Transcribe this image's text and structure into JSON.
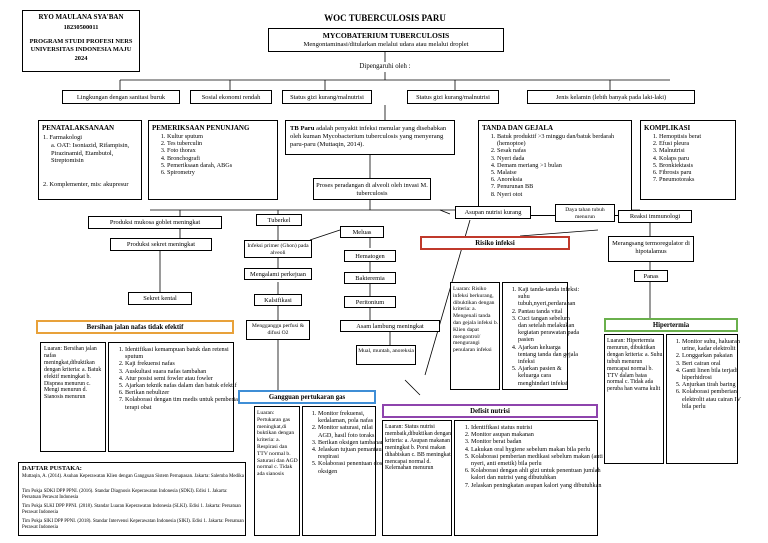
{
  "header": {
    "author_name": "RYO MAULANA SYA'BAN",
    "nim": "18230500011",
    "program": "PROGRAM STUDI PROFESI NERS",
    "university": "UNIVERSITAS INDONESIA MAJU",
    "year": "2024",
    "title": "WOC TUBERCULOSIS PARU"
  },
  "mycobacterium": {
    "title": "MYCOBATERIUM TUBERCULOSIS",
    "subtitle": "Mengontaminasi/ditularkan melalui udara atau melalui droplet"
  },
  "influenced_by": "Dipengaruhi oleh :",
  "factors": [
    "Lingkungan dengan sanitasi buruk",
    "Sosial ekonomi rendah",
    "Status gizi kurang/malnutrisi",
    "Status gizi kurang/malnutrisi",
    "Jenis kelamin (lebih banyak pada laki-laki)"
  ],
  "penatalaksanaan": {
    "title": "PENATALAKSANAAN",
    "items": [
      "Farmakologi",
      "a. OAT: Isoniazid, Rifampisin, Pirazinamid, Etambutol, Streptomisin",
      "Komplementer, mis: akupresur"
    ]
  },
  "pemeriksaan": {
    "title": "PEMERIKSAAN PENUNJANG",
    "items": [
      "Kultur sputum",
      "Tes tuberculin",
      "Foto thorax",
      "Bronchografi",
      "Pemeriksaan darah, ABGs",
      "Spirometry"
    ]
  },
  "definition": {
    "lead": "TB Paru",
    "text": "adalah penyakit infeksi menular yang disebabkan oleh kuman Mycobacterium tuberculosis yang menyerang paru-paru (Muttaqin, 2014)."
  },
  "tanda_gejala": {
    "title": "TANDA DAN GEJALA",
    "items": [
      "Batuk produktif >3 minggu dan/batuk berdarah (hemoptoe)",
      "Sesak nafas",
      "Nyeri dada",
      "Demam meriang >1 bulan",
      "Malaise",
      "Anoreksia",
      "Penurunan BB",
      "Nyeri otot"
    ]
  },
  "komplikasi": {
    "title": "KOMPLIKASI",
    "items": [
      "Hemoptisis berat",
      "Efusi pleura",
      "Malnutrisi",
      "Kolaps paru",
      "Bronkiektasis",
      "Fibrosis paru",
      "Pneumotoraks"
    ]
  },
  "flow": {
    "proses": "Proses peradangan di alveoli oleh invasi M. tuberculosis",
    "produksi_mukosa": "Produksi mukosa goblet meningkat",
    "produksi_sekret": "Produksi sekret meningkat",
    "sekret_kental": "Sekret kental",
    "tuberkel": "Tuberkel",
    "infeksi_primer": "Infeksi primer (Ghon) pada alveoli",
    "mengalami_perkejuan": "Mengalami perkejuan",
    "kalsifikasi": "Kalsifikasi",
    "mengganggu_perfusi": "Mengganggu perfusi & difusi O2",
    "meluas": "Meluas",
    "hematogen": "Hematogen",
    "bakteremia": "Bakteremia",
    "peritonium": "Peritonium",
    "asam_lambung": "Asam lambung meningkat",
    "mual_muntah": "Mual, muntah, anoreksia",
    "asupan_nutrisi": "Asupan nutrisi kurang",
    "daya_tahan": "Daya tahan tubuh menurun",
    "reaksi_imun": "Reaksi immunologi",
    "merangsang": "Merangsang termoregulator di hipotalamus",
    "panas": "Panas"
  },
  "diagnoses": {
    "bersihan": {
      "title": "Bersihan jalan nafas tidak efektif",
      "luaran": "Luaran: Bersihan jalan nafas meningkat,dibuktikan dengan kriteria: a. Batuk efektif meningkat b. Dispnea menurun c. Mengi menurun d. Sianosis menurun",
      "interventions": [
        "Identifikasi kemampuan batuk dan retensi sputum",
        "Kaji frekuensi nafas",
        "Auskultasi suara nafas tambahan",
        "Atur posisi semi fowler atau fowler",
        "Ajarkan teknik nafas dalam dan batuk efektif",
        "Berikan nebulizer",
        "Kolaborasi dengan tim medis untuk pemberian terapi obat"
      ]
    },
    "gangguan": {
      "title": "Gangguan pertukaran gas",
      "luaran": "Luaran: Pertukaran gas meningkat,di buktikan dengan kriteria: a. Respirasi dan TTV normal b. Saturasi dan AGD normal c. Tidak ada sianosis",
      "interventions": [
        "Monitor frekuensi, kedalaman, pola nafas",
        "Monitor saturasi, nilai AGD, hasil foto toraks",
        "Berikan oksigen tambahan",
        "Jelaskan tujuan pemantauan respirasi",
        "Kolaborasi penentuan dosis oksigen"
      ]
    },
    "risiko": {
      "title": "Risiko infeksi",
      "luaran": "Luaran: Risiko infeksi berkurang, dibuktikan dengan kriteria: a. Mengenali tanda dan gejala infeksi b. Klien dapat mengontrol/ mengurangi penularan infeksi",
      "interventions": [
        "Kaji tanda-tanda infeksi: suhu tubuh,nyeri,perdarahan",
        "Pantau tanda vital",
        "Cuci tangan sebelum dan setelah melakukan kegiatan perawatan pada pasien",
        "Ajarkan keluarga tentang tanda dan gejala infeksi",
        "Ajarkan pasien & keluarga cara menghindari infeksi"
      ]
    },
    "defisit": {
      "title": "Defisit nutrisi",
      "luaran": "Luaran: Status nutrisi membaik,dibuktikan dengan kriteria: a. Asupan makanan meningkat b. Porsi makan dihabiskan c. BB meningkat mencapai normal d. Kelemahan menurun",
      "interventions": [
        "Identifikasi status nutrisi",
        "Monitor asupan makanan",
        "Monitor berat badan",
        "Lakukan oral hygiene sebelum makan bila perlu",
        "Kolaborasi pemberian medikasi sebelum makan (anti nyeri, anti emetik) bila perlu",
        "Kolaborasi dengan ahli gizi untuk penentuan jumlah kalori dan nutrisi yang dibutuhkan",
        "Jelaskan peningkatan asupan kalori yang dibutuhkan"
      ]
    },
    "hipertermia": {
      "title": "Hipertermia",
      "luaran": "Luaran: Hipertermia menurun, dibuktikan dengan kriteria: a. Suhu tubuh menurun mencapai normal b. TTV dalam batas normal c. Tidak ada peruba han warna kulit",
      "interventions": [
        "Monitor suhu, haluaran urine, kadar elektrolit",
        "Longgarkan pakaian",
        "Beri cairan oral",
        "Ganti linen bila terjadi hiperhidrosi",
        "Anjurkan tirah baring",
        "Kolaborasi pemberian elektrolit atau cairan IV bila perlu"
      ]
    }
  },
  "references": {
    "title": "DAFTAR PUSTAKA:",
    "items": [
      "Muttaqin, A. (2014). Asuhan Keperawatan Klien dengan Gangguan Sistem Pernapasan. Jakarta: Salemba Medika",
      "Tim Pokja SDKI DPP PPNI. (2016). Standar Diagnosis Keperawatan Indonesia (SDKI). Edisi 1. Jakarta: Persatuan Perawat Indonesia",
      "Tim Pokja SLKI DPP PPNI. (2018). Standar Luaran Keperawatan Indonesia (SLKI). Edisi 1. Jakarta: Persatuan Perawat Indonesia",
      "Tim Pokja SIKI DPP PPNI. (2018). Standar Intervensi Keperawatan Indonesia (SIKI). Edisi 1. Jakarta: Persatuan Perawat Indonesia"
    ]
  },
  "colors": {
    "orange": "#e8a13a",
    "blue": "#3f8ed6",
    "red": "#c0392b",
    "purple": "#8e44ad",
    "green": "#6ab04c"
  }
}
